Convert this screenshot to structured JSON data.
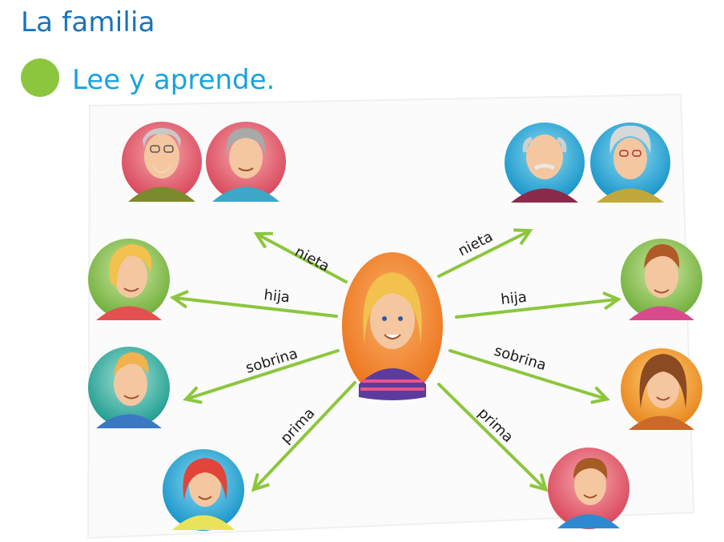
{
  "header": {
    "title": "La familia",
    "subtitle": "Lee y aprende."
  },
  "colors": {
    "arrow": "#8cc63e",
    "bullet": "#8cc63e",
    "title": "#1a73b8",
    "subtitle": "#19a3de"
  },
  "relations": {
    "left_nieta": "nieta",
    "left_hija": "hija",
    "left_sobrina": "sobrina",
    "left_prima": "prima",
    "right_nieta": "nieta",
    "right_hija": "hija",
    "right_sobrina": "sobrina",
    "right_prima": "prima"
  },
  "people": {
    "center": "girl-portrait",
    "left_grandfather": "grandfather-portrait",
    "left_grandmother": "grandmother-portrait",
    "right_grandfather": "grandfather-portrait",
    "right_grandmother": "grandmother-portrait",
    "mother": "mother-portrait",
    "father": "father-portrait",
    "uncle": "uncle-portrait",
    "aunt": "aunt-portrait",
    "female_cousin": "cousin-girl-portrait",
    "male_cousin": "cousin-boy-portrait"
  }
}
